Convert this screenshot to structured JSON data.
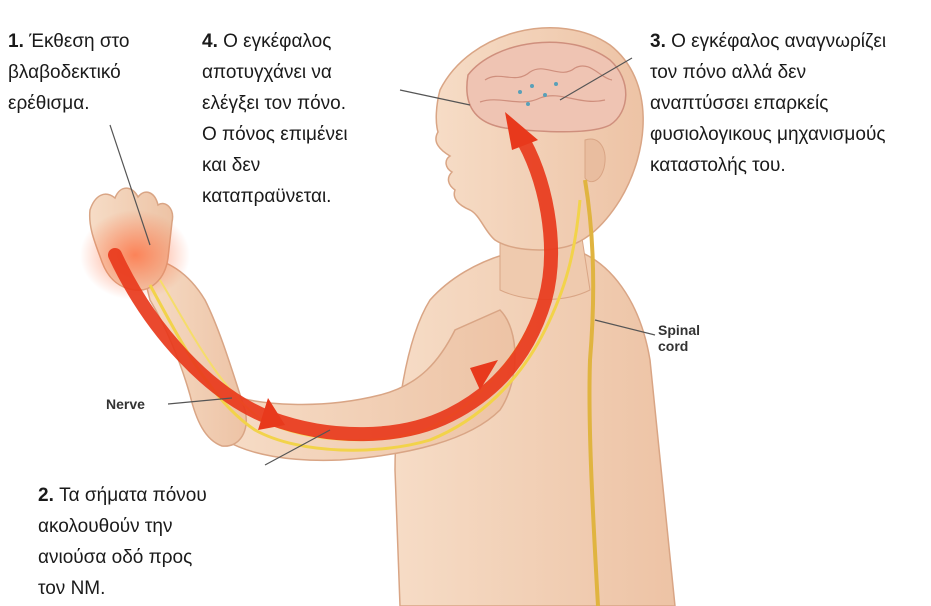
{
  "captions": [
    {
      "number": "1.",
      "lines": [
        "Έκθεση στο",
        "βλαβοδεκτικό",
        "ερέθισμα."
      ]
    },
    {
      "number": "4.",
      "lines": [
        "Ο εγκέφαλος",
        "αποτυγχάνει να",
        "ελέγξει τον πόνο.",
        "Ο πόνος επιμένει",
        "και δεν",
        "καταπραϋνεται."
      ]
    },
    {
      "number": "3.",
      "lines": [
        "Ο εγκέφαλος αναγνωρίζει",
        "τον πόνο αλλά δεν",
        "αναπτύσσει επαρκείς",
        "φυσιολογικους μηχανισμούς",
        "καταστολής του."
      ]
    },
    {
      "number": "2.",
      "lines": [
        "Τα σήματα πόνου",
        "ακολουθούν την",
        "ανιούσα οδό προς",
        "τον ΝΜ."
      ]
    }
  ],
  "labels": {
    "nerve": "Nerve",
    "spinal_cord": [
      "Spinal",
      "cord"
    ]
  },
  "colors": {
    "skin": "#f3d2b8",
    "skin_shade": "#e7b89a",
    "arrow": "#e8391c",
    "nerve": "#f2d34a",
    "brain": "#eab7a6"
  }
}
